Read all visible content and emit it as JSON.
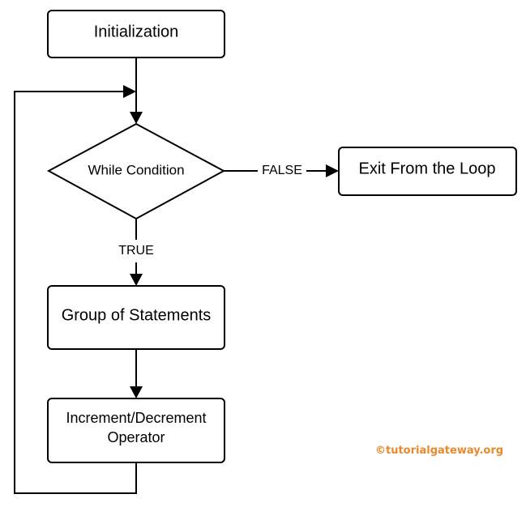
{
  "nodes": {
    "initialization": "Initialization",
    "while_condition": "While Condition",
    "exit_loop": "Exit From the Loop",
    "group_statements": "Group of Statements",
    "increment_line1": "Increment/Decrement",
    "increment_line2": "Operator"
  },
  "edges": {
    "false_label": "FALSE",
    "true_label": "TRUE"
  },
  "watermark": "©tutorialgateway.org",
  "colors": {
    "stroke": "#000000",
    "watermark": "#e8892d",
    "background": "#ffffff"
  }
}
